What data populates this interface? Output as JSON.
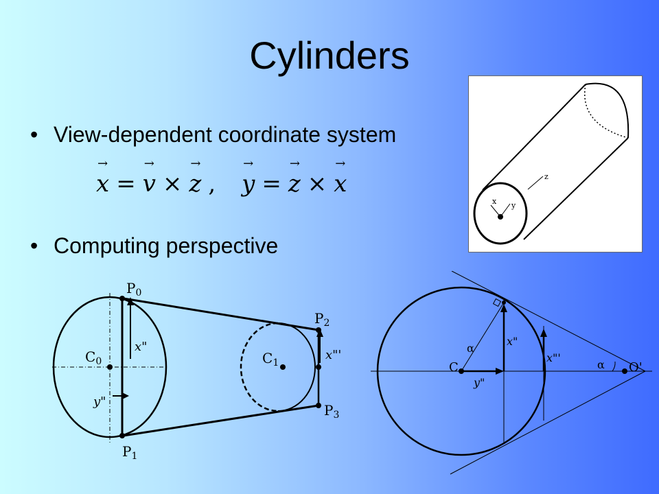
{
  "slide": {
    "title": "Cylinders",
    "bullets": [
      "View-dependent coordinate system",
      "Computing perspective"
    ],
    "equation": {
      "lhs1": "x",
      "rhs1a": "v",
      "op1": "×",
      "rhs1b": "z",
      "lhs2": "y",
      "rhs2a": "z",
      "op2": "×",
      "rhs2b": "x"
    }
  },
  "cylinder_figure": {
    "labels": {
      "x": "x",
      "y": "y",
      "z": "z"
    }
  },
  "left_diagram": {
    "labels": {
      "P0": "P",
      "P0_sub": "0",
      "P1": "P",
      "P1_sub": "1",
      "P2": "P",
      "P2_sub": "2",
      "P3": "P",
      "P3_sub": "3",
      "C0": "C",
      "C0_sub": "0",
      "C1": "C",
      "C1_sub": "1",
      "x2": "x\"",
      "x3": "x\"'",
      "y2": "y\""
    }
  },
  "right_diagram": {
    "labels": {
      "C": "C",
      "O": "O'",
      "alpha1": "α",
      "alpha2": "α",
      "x2": "x\"",
      "x3": "x\"'",
      "y2": "y\""
    }
  }
}
